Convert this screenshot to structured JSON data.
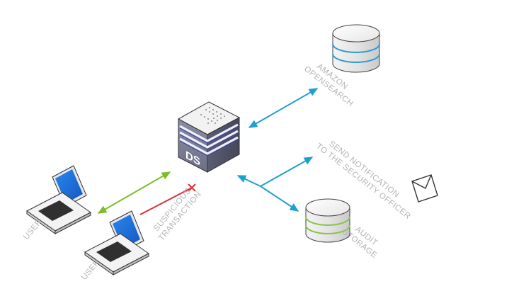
{
  "colors": {
    "blue_arrow": "#1ea0cf",
    "green_arrow": "#7cbd2a",
    "red_arrow": "#d9303a",
    "label_gray": "#b4b4b4",
    "screen_blue": "#1b6fd8",
    "ring_blue": "#2d9ad6",
    "ring_green": "#8bc34a"
  },
  "nodes": {
    "server": {
      "text": "DS",
      "icon": "server-tower"
    },
    "opensearch": {
      "label_line1": "AMAZON",
      "label_line2": "OPENSEARCH",
      "icon": "database-cylinder"
    },
    "notification": {
      "label_line1": "SEND NOTIFICATION",
      "label_line2": "TO THE SECURITY OFFICER",
      "icon": "envelope"
    },
    "audit": {
      "label_line1": "AUDIT",
      "label_line2": "STORAGE",
      "icon": "database-cylinder"
    },
    "user1": {
      "label": "USER",
      "icon": "laptop"
    },
    "user2": {
      "label": "USER",
      "icon": "laptop"
    }
  },
  "edges": {
    "suspicious": {
      "label_line1": "SUSPICIOUS",
      "label_line2": "TRANSACTION",
      "status": "blocked"
    }
  }
}
